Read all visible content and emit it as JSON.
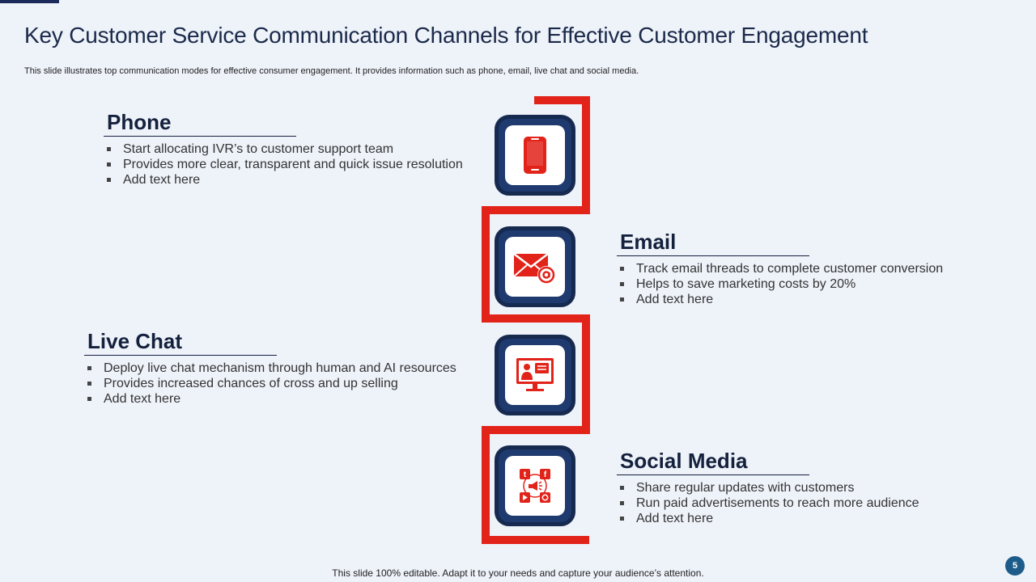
{
  "title": "Key Customer Service Communication Channels for Effective Customer Engagement",
  "subtitle": "This slide illustrates top communication modes for effective consumer engagement. It provides information such as phone, email, live chat and social media.",
  "sections": {
    "phone": {
      "heading": "Phone",
      "bullets": [
        "Start allocating IVR’s to customer support team",
        "Provides more clear, transparent and quick issue resolution",
        "Add text here"
      ],
      "icon": "smartphone-icon"
    },
    "email": {
      "heading": "Email",
      "bullets": [
        "Track email threads to complete customer conversion",
        "Helps to save marketing costs by 20%",
        "Add text here"
      ],
      "icon": "envelope-at-icon"
    },
    "live_chat": {
      "heading": "Live Chat",
      "bullets": [
        "Deploy live chat mechanism through human and AI resources",
        "Provides increased chances of cross and up selling",
        "Add text here"
      ],
      "icon": "live-chat-monitor-icon"
    },
    "social_media": {
      "heading": "Social Media",
      "bullets": [
        "Share regular updates with customers",
        "Run paid advertisements to reach more audience",
        "Add text here"
      ],
      "icon": "social-network-icon",
      "glyphs": {
        "twitter": "t",
        "facebook": "f"
      }
    }
  },
  "footer": "This slide 100% editable. Adapt it to your needs and capture your audience’s attention.",
  "page_number": "5",
  "colors": {
    "accent_red": "#e2231a",
    "navy": "#1b2a5a",
    "tile_blue": "#1f3a6e",
    "background": "#eef2f9"
  }
}
